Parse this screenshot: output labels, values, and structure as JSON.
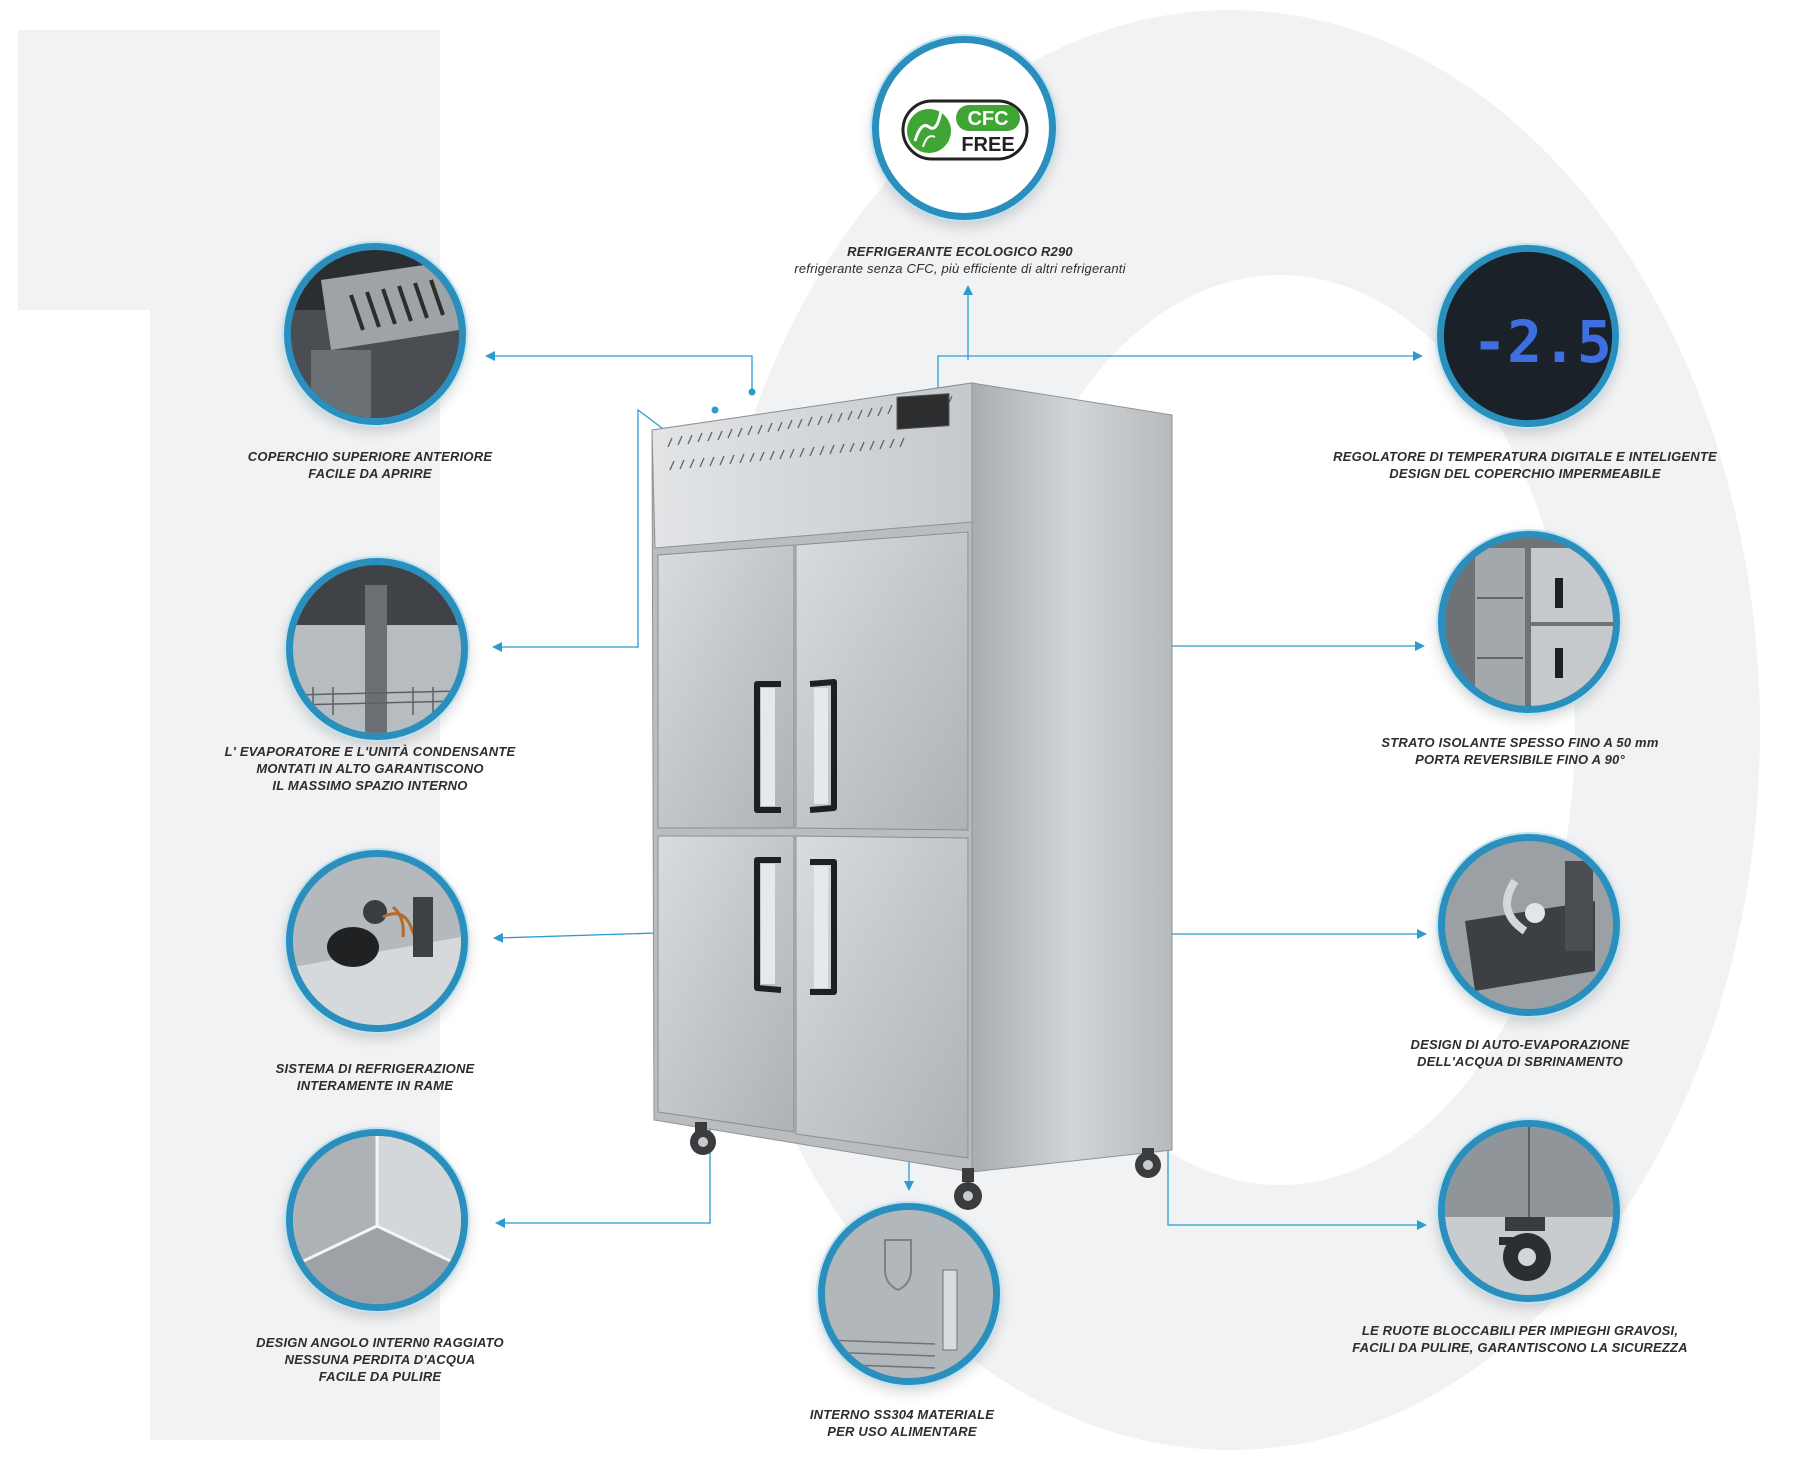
{
  "background": {
    "digit_color": "#f1f2f4",
    "accent": "#2a8fbd",
    "line_color": "#2c9bd0"
  },
  "badge": {
    "icon": "cfc-free-badge-icon",
    "text_top": "CFC",
    "text_bottom": "FREE",
    "color": "#3fa535"
  },
  "features": {
    "refrigerant": {
      "icon": "cfc-free-icon",
      "lines": [
        "REFRIGERANTE ECOLOGICO R290",
        "refrigerante senza CFC, più efficiente di altri refrigeranti"
      ]
    },
    "top_cover": {
      "icon": "top-cover-vent-icon",
      "lines": [
        "COPERCHIO SUPERIORE ANTERIORE",
        "FACILE  DA  APRIRE"
      ]
    },
    "thermostat": {
      "icon": "digital-thermostat-icon",
      "display": "-2.5",
      "lines": [
        "REGOLATORE DI TEMPERATURA DIGITALE E INTELIGENTE",
        "DESIGN DEL COPERCHIO IMPERMEABILE"
      ]
    },
    "evaporator": {
      "icon": "evaporator-interior-icon",
      "lines": [
        "L' EVAPORATORE E L'UNITÀ CONDENSANTE",
        "MONTATI IN ALTO GARANTISCONO",
        "IL MASSIMO SPAZIO INTERNO"
      ]
    },
    "insulation": {
      "icon": "insulated-door-icon",
      "lines": [
        "STRATO ISOLANTE SPESSO FINO A 50 mm",
        "PORTA REVERSIBILE FINO A  90°"
      ]
    },
    "copper": {
      "icon": "compressor-icon",
      "lines": [
        "SISTEMA DI REFRIGERAZIONE",
        "INTERAMENTE IN RAME"
      ]
    },
    "evaporation": {
      "icon": "evaporation-tray-icon",
      "lines": [
        "DESIGN DI AUTO-EVAPORAZIONE",
        "DELL'ACQUA DI SBRINAMENTO"
      ]
    },
    "corner": {
      "icon": "rounded-corner-icon",
      "lines": [
        "DESIGN ANGOLO INTERN0 RAGGIATO",
        "NESSUNA PERDITA D'ACQUA",
        "FACILE DA PULIRE"
      ]
    },
    "interior": {
      "icon": "ss304-interior-icon",
      "lines": [
        "INTERNO SS304 MATERIALE",
        "PER USO ALIMENTARE"
      ]
    },
    "wheels": {
      "icon": "locking-wheel-icon",
      "lines": [
        "LE RUOTE BLOCCABILI PER IMPIEGHI GRAVOSI,",
        "FACILI DA PULIRE, GARANTISCONO LA SICUREZZA"
      ]
    }
  },
  "product": {
    "icon": "four-door-refrigerator-icon"
  }
}
